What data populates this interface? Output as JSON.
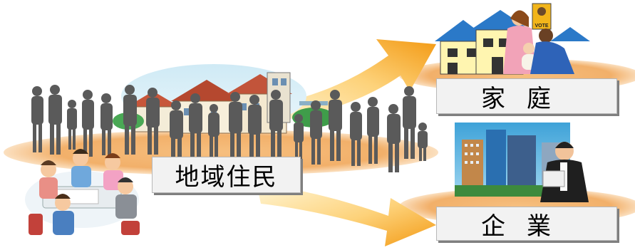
{
  "labels": {
    "residents": "地域住民",
    "home": "家庭",
    "business": "企業"
  },
  "vote_sign": "VOTE",
  "colors": {
    "arrow_light": "#ffe9a0",
    "arrow_dark": "#f6a21a",
    "ellipse": "#f3b26e",
    "ellipse_edge": "#f7cf9e",
    "label_bg": "#f2f2f2",
    "silhouette": "#595959"
  }
}
